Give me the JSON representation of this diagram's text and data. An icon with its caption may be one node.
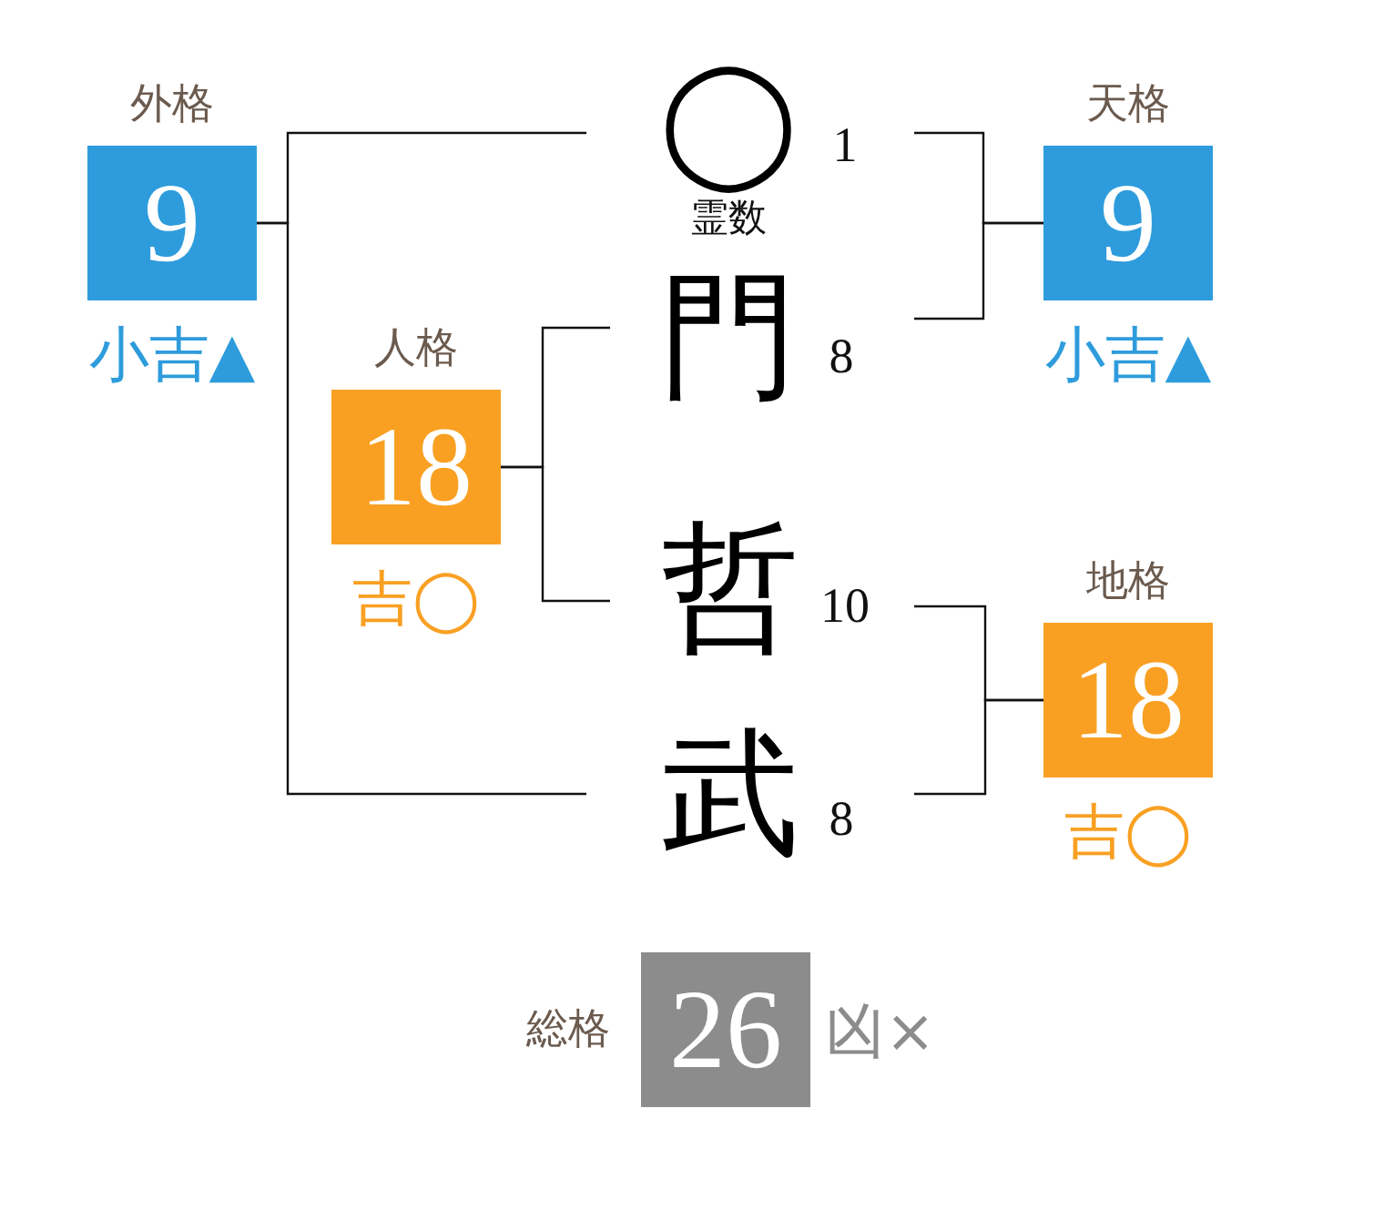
{
  "diagram": {
    "nodes": [
      {
        "text": [
          "外格",
          "9"
        ],
        "beside": [
          "小吉▲"
        ]
      },
      {
        "text": [
          "◯"
        ],
        "beside": [
          "1",
          "霊数"
        ]
      },
      {
        "text": [
          "天格",
          "9"
        ],
        "beside": [
          "小吉▲"
        ]
      },
      {
        "text": [
          "人格",
          "18"
        ],
        "beside": [
          "吉◯"
        ]
      },
      {
        "text": [
          "門"
        ],
        "beside": [
          "8"
        ]
      },
      {
        "text": [
          "哲"
        ],
        "beside": [
          "10"
        ]
      },
      {
        "text": [
          "地格",
          "18"
        ],
        "beside": [
          "吉◯"
        ]
      },
      {
        "text": [
          "武"
        ],
        "beside": [
          "8"
        ]
      },
      {
        "text": [
          "総格",
          "26"
        ],
        "beside": [
          "凶×"
        ]
      }
    ],
    "edges": [
      {
        "from": 0,
        "to": 1,
        "arrow": "none"
      },
      {
        "from": 0,
        "to": 7,
        "arrow": "none"
      },
      {
        "from": 2,
        "to": 1,
        "arrow": "none"
      },
      {
        "from": 2,
        "to": 4,
        "arrow": "none"
      },
      {
        "from": 3,
        "to": 4,
        "arrow": "none"
      },
      {
        "from": 3,
        "to": 5,
        "arrow": "none"
      },
      {
        "from": 6,
        "to": 5,
        "arrow": "none"
      },
      {
        "from": 6,
        "to": 7,
        "arrow": "none"
      }
    ]
  }
}
